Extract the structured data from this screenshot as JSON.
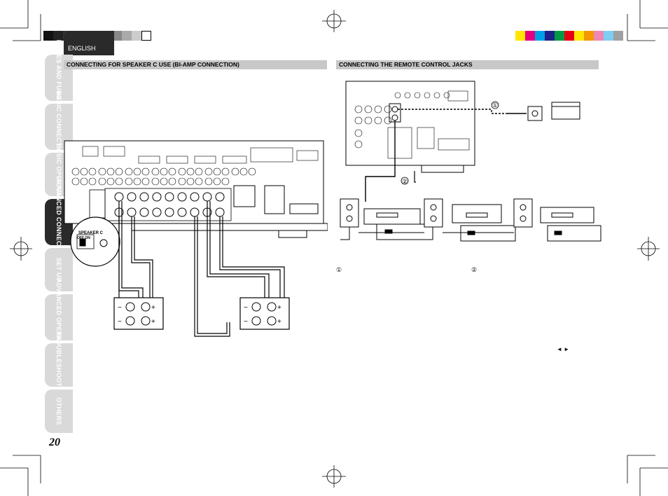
{
  "header": {
    "language": "ENGLISH"
  },
  "sidebar": {
    "tabs": [
      {
        "label": "NAMES AND FUNCTION"
      },
      {
        "label": "BASIC CONNECTIONS"
      },
      {
        "label": "BASIC OPERATION"
      },
      {
        "label": "ADVANCED CONNECTIONS"
      },
      {
        "label": "SET UP"
      },
      {
        "label": "ADVANCED OPERATION"
      },
      {
        "label": "TROUBLESHOOTING"
      },
      {
        "label": "OTHERS"
      }
    ]
  },
  "sections": {
    "left_title": "CONNECTING FOR SPEAKER C USE (BI-AMP CONNECTION)",
    "right_title": "CONNECTING THE REMOTE CONTROL JACKS"
  },
  "left_diagram": {
    "speaker_switch_label": "SPEAKER C",
    "switch_positions": "OFF ON"
  },
  "right_diagram": {
    "marker_1": "①",
    "marker_2": "②",
    "note_1": "①",
    "note_2": "②",
    "arrows": "◄ ►"
  },
  "page_number": "20",
  "colors": {
    "gray_scale": [
      "#111111",
      "#222222",
      "#333333",
      "#444444",
      "#555555",
      "#666666",
      "#777777",
      "#888888",
      "#aaaaaa",
      "#cccccc",
      "#ffffff"
    ],
    "color_bar": [
      "#ffe600",
      "#e4007f",
      "#00a0e9",
      "#1d2088",
      "#009944",
      "#e60012",
      "#ffe600",
      "#f39800",
      "#ee87b4",
      "#7ecef4",
      "#a0a0a0"
    ]
  }
}
